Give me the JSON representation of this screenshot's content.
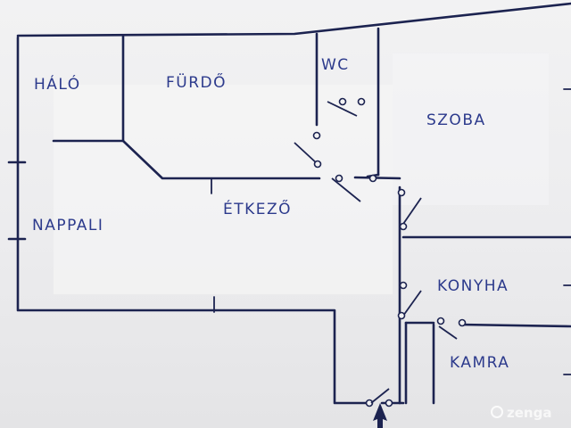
{
  "rooms": {
    "halo": "HÁLÓ",
    "furdo": "FÜRDŐ",
    "wc": "WC",
    "szoba": "SZOBA",
    "etkezo": "ÉTKEZŐ",
    "nappali": "NAPPALI",
    "konyha": "KONYHA",
    "kamra": "KAMRA"
  },
  "watermark": "zenga"
}
